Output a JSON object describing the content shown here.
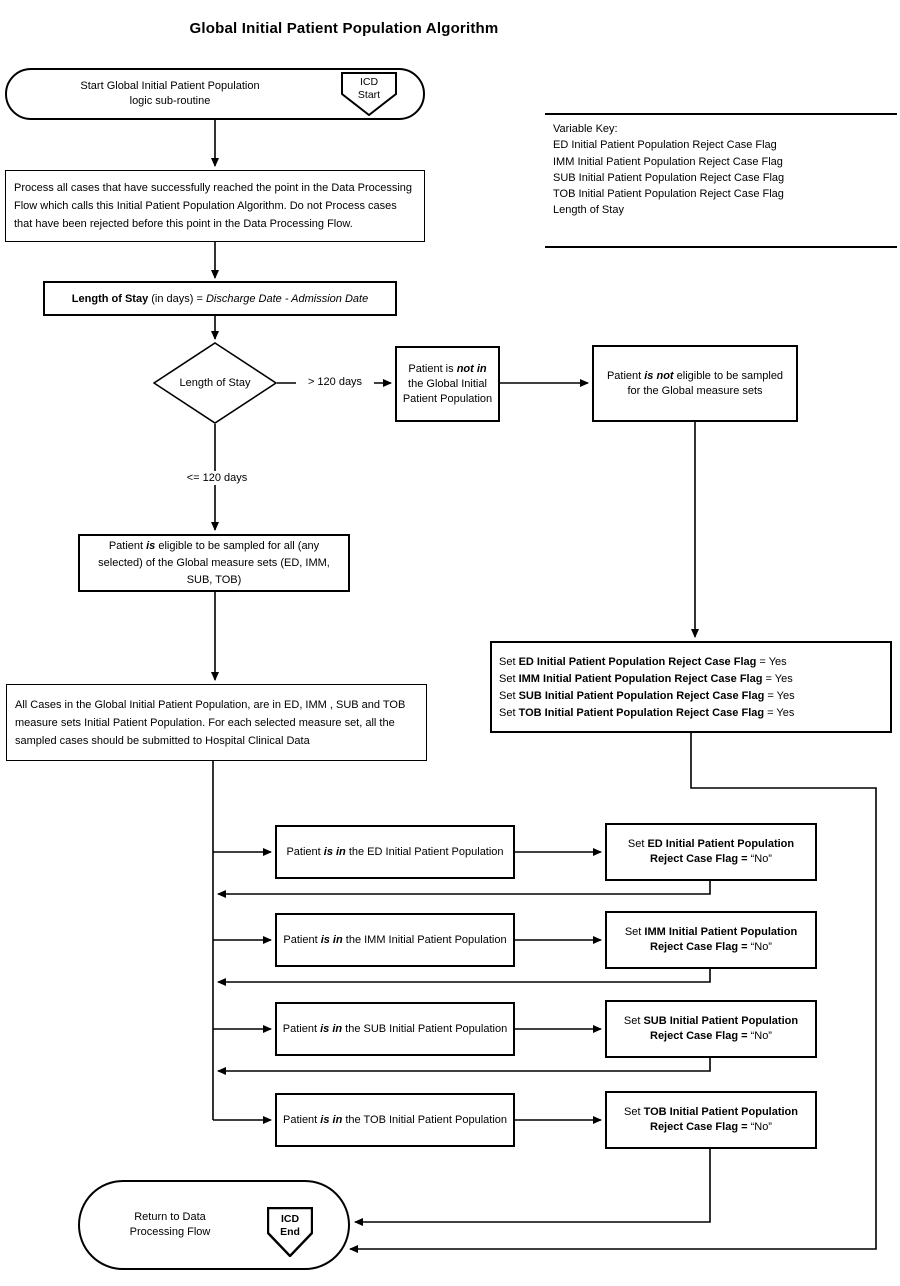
{
  "title": "Global Initial Patient Population Algorithm",
  "start": {
    "line1": "Start Global Initial Patient Population",
    "line2": "logic sub-routine",
    "badge_top": "ICD",
    "badge_bottom": "Start"
  },
  "variable_key": {
    "title": "Variable Key:",
    "items": [
      "ED Initial Patient Population Reject Case Flag",
      "IMM Initial Patient Population Reject Case Flag",
      "SUB Initial Patient Population Reject Case Flag",
      "TOB Initial Patient Population Reject Case Flag",
      "Length of Stay"
    ]
  },
  "process_box": {
    "text": "Process all cases that have successfully reached the point in the Data Processing Flow which calls this Initial Patient Population Algorithm.  Do not Process cases that have been rejected before this point in the Data Processing Flow."
  },
  "los_formula": {
    "bold": "Length of Stay",
    "mid": " (in days) = ",
    "italic": "Discharge Date - Admission Date"
  },
  "decision": {
    "label": "Length of Stay"
  },
  "edge_labels": {
    "gt": "> 120 days",
    "lte": "<= 120 days"
  },
  "not_in_box": {
    "pre": "Patient is ",
    "em": "not in",
    "post": " the Global Initial Patient Population"
  },
  "not_eligible_box": {
    "pre": "Patient ",
    "em": "is not",
    "post": " eligible to be sampled for the Global measure sets"
  },
  "eligible_box": {
    "pre": "Patient ",
    "em": "is",
    "post": " eligible to be sampled for all (any selected) of the Global measure sets (ED, IMM, SUB, TOB)"
  },
  "all_cases_box": {
    "text": "All Cases in the Global Initial Patient Population, are in ED, IMM , SUB and TOB measure sets Initial Patient Population. For each selected measure set, all the sampled cases should be submitted to Hospital Clinical Data"
  },
  "set_yes_box": {
    "lines": [
      {
        "pre": "Set ",
        "bold": "ED Initial Patient Population Reject Case Flag",
        "post": " = Yes"
      },
      {
        "pre": "Set ",
        "bold": "IMM  Initial Patient Population Reject Case Flag",
        "post": " = Yes"
      },
      {
        "pre": "Set ",
        "bold": "SUB  Initial Patient Population Reject Case Flag",
        "post": " = Yes"
      },
      {
        "pre": "Set ",
        "bold": "TOB Initial Patient Population Reject Case Flag",
        "post": " = Yes"
      }
    ]
  },
  "rows": [
    {
      "in": {
        "pre": "Patient ",
        "em": "is in",
        "post": " the ED Initial Patient Population"
      },
      "set": {
        "pre": "Set ",
        "bold": "ED Initial Patient Population Reject Case Flag =",
        "post": " “No”"
      }
    },
    {
      "in": {
        "pre": "Patient ",
        "em": "is in",
        "post": " the IMM Initial Patient Population"
      },
      "set": {
        "pre": "Set ",
        "bold": "IMM Initial Patient Population Reject Case Flag =",
        "post": " “No”"
      }
    },
    {
      "in": {
        "pre": "Patient ",
        "em": "is in",
        "post": " the SUB Initial Patient Population"
      },
      "set": {
        "pre": "Set ",
        "bold": "SUB Initial Patient Population Reject Case Flag =",
        "post": " “No”"
      }
    },
    {
      "in": {
        "pre": "Patient ",
        "em": "is in",
        "post": " the TOB Initial Patient Population"
      },
      "set": {
        "pre": "Set ",
        "bold": "TOB Initial Patient Population Reject Case Flag =",
        "post": " “No”"
      }
    }
  ],
  "end": {
    "line1": "Return to Data",
    "line2": "Processing Flow",
    "badge_top": "ICD",
    "badge_bottom": "End"
  }
}
